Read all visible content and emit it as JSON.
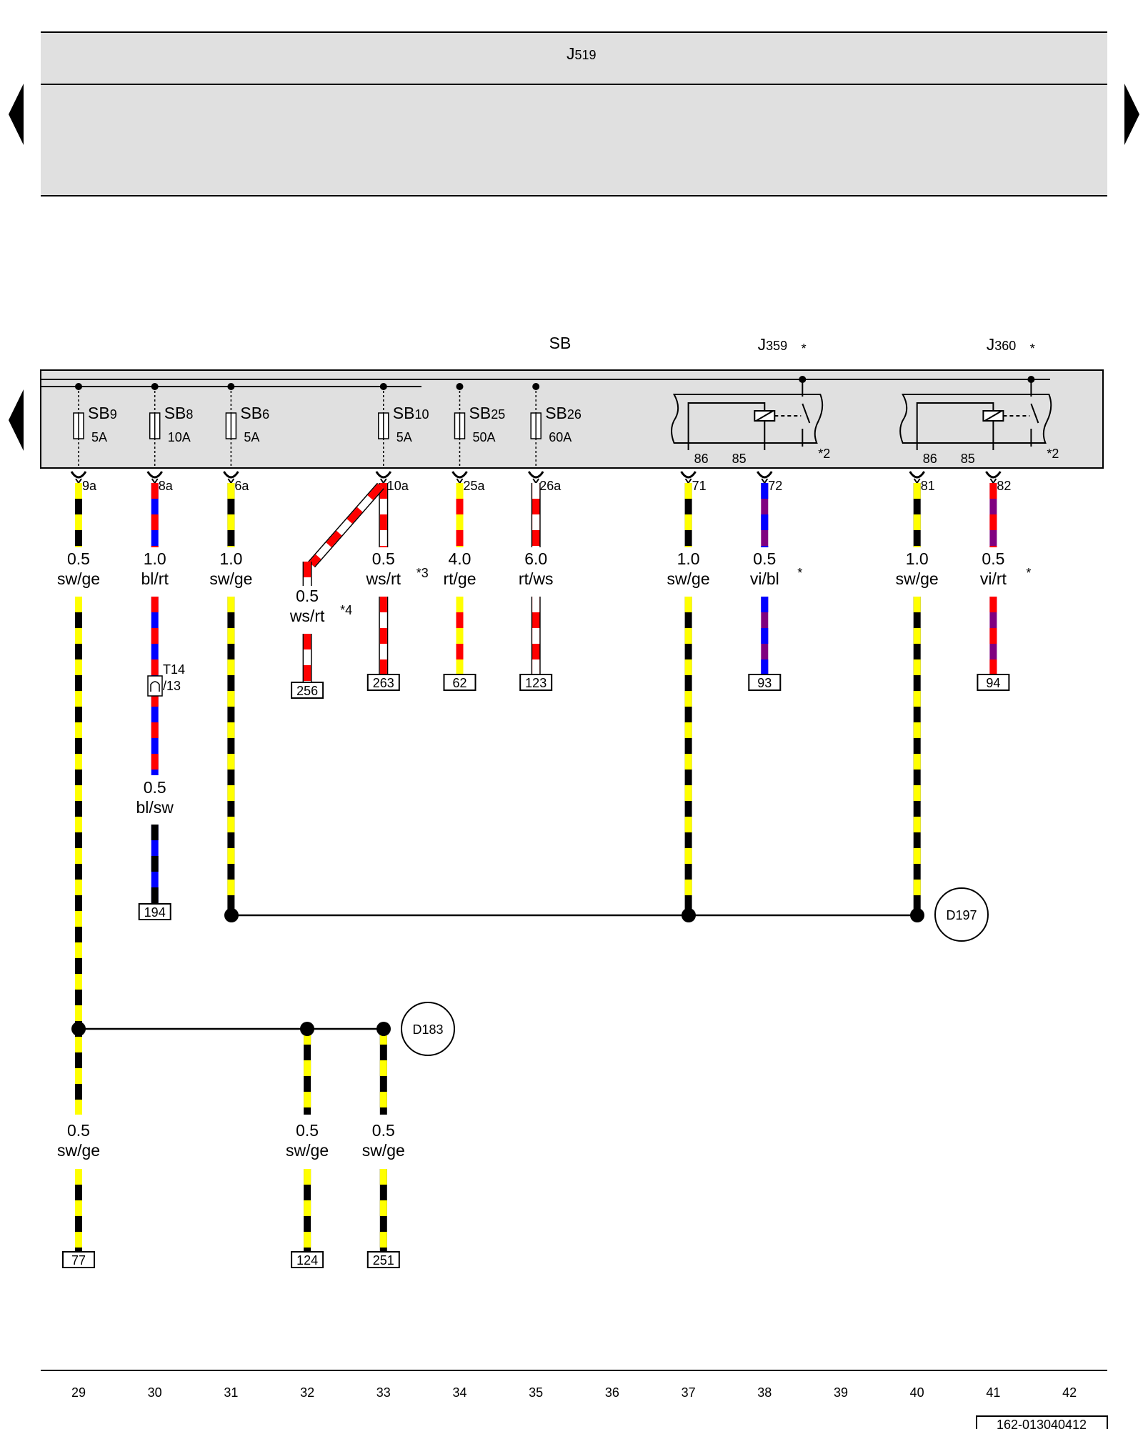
{
  "header": {
    "component": "J",
    "component_sub": "519"
  },
  "fuse_panel": {
    "title": "SB",
    "relays": [
      {
        "id": "j359",
        "name": "J",
        "sub": "359",
        "star": "*",
        "pins": [
          "86",
          "85"
        ],
        "note": "*2"
      },
      {
        "id": "j360",
        "name": "J",
        "sub": "360",
        "star": "*",
        "pins": [
          "86",
          "85"
        ],
        "note": "*2"
      }
    ]
  },
  "fuses": [
    {
      "col": 29,
      "name": "SB",
      "sub": "9",
      "amps": "5A"
    },
    {
      "col": 30,
      "name": "SB",
      "sub": "8",
      "amps": "10A"
    },
    {
      "col": 31,
      "name": "SB",
      "sub": "6",
      "amps": "5A"
    },
    {
      "col": 33,
      "name": "SB",
      "sub": "10",
      "amps": "5A"
    },
    {
      "col": 34,
      "name": "SB",
      "sub": "25",
      "amps": "50A"
    },
    {
      "col": 35,
      "name": "SB",
      "sub": "26",
      "amps": "60A"
    }
  ],
  "pins": [
    {
      "col": 29,
      "label": "9a"
    },
    {
      "col": 30,
      "label": "8a"
    },
    {
      "col": 31,
      "label": "6a"
    },
    {
      "col": 33,
      "label": "10a"
    },
    {
      "col": 34,
      "label": "25a"
    },
    {
      "col": 35,
      "label": "26a"
    },
    {
      "col": 37,
      "label": "71"
    },
    {
      "col": 38,
      "label": "72"
    },
    {
      "col": 40,
      "label": "81"
    },
    {
      "col": 41,
      "label": "82"
    }
  ],
  "wire_labels": [
    {
      "col": 29,
      "row": "upper",
      "size": "0.5",
      "color_code": "sw/ge",
      "note": ""
    },
    {
      "col": 30,
      "row": "upper",
      "size": "1.0",
      "color_code": "bl/rt",
      "note": ""
    },
    {
      "col": 31,
      "row": "upper",
      "size": "1.0",
      "color_code": "sw/ge",
      "note": ""
    },
    {
      "col": 33,
      "row": "upper",
      "size": "0.5",
      "color_code": "ws/rt",
      "note": "*3"
    },
    {
      "col": 34,
      "row": "upper",
      "size": "4.0",
      "color_code": "rt/ge",
      "note": ""
    },
    {
      "col": 35,
      "row": "upper",
      "size": "6.0",
      "color_code": "rt/ws",
      "note": ""
    },
    {
      "col": 37,
      "row": "upper",
      "size": "1.0",
      "color_code": "sw/ge",
      "note": ""
    },
    {
      "col": 38,
      "row": "upper",
      "size": "0.5",
      "color_code": "vi/bl",
      "note": "*"
    },
    {
      "col": 40,
      "row": "upper",
      "size": "1.0",
      "color_code": "sw/ge",
      "note": ""
    },
    {
      "col": 41,
      "row": "upper",
      "size": "0.5",
      "color_code": "vi/rt",
      "note": "*"
    },
    {
      "col": 32,
      "row": "branch",
      "size": "0.5",
      "color_code": "ws/rt",
      "note": "*4"
    },
    {
      "col": 30,
      "row": "middle",
      "size": "0.5",
      "color_code": "bl/sw",
      "note": ""
    },
    {
      "col": 29,
      "row": "lower",
      "size": "0.5",
      "color_code": "sw/ge",
      "note": ""
    },
    {
      "col": 32,
      "row": "lower",
      "size": "0.5",
      "color_code": "sw/ge",
      "note": ""
    },
    {
      "col": 33,
      "row": "lower",
      "size": "0.5",
      "color_code": "sw/ge",
      "note": ""
    }
  ],
  "connector": {
    "name": "T14",
    "pin": "/13"
  },
  "references": [
    {
      "col": 32,
      "row": "upper",
      "label": "256"
    },
    {
      "col": 33,
      "row": "upper",
      "label": "263"
    },
    {
      "col": 34,
      "row": "upper",
      "label": "62"
    },
    {
      "col": 35,
      "row": "upper",
      "label": "123"
    },
    {
      "col": 38,
      "row": "upper",
      "label": "93"
    },
    {
      "col": 41,
      "row": "upper",
      "label": "94"
    },
    {
      "col": 30,
      "row": "middle",
      "label": "194"
    },
    {
      "col": 29,
      "row": "lower",
      "label": "77"
    },
    {
      "col": 32,
      "row": "lower",
      "label": "124"
    },
    {
      "col": 33,
      "row": "lower",
      "label": "251"
    }
  ],
  "ground_points": [
    {
      "id": "d197",
      "label": "D197"
    },
    {
      "id": "d183",
      "label": "D183"
    }
  ],
  "column_numbers": [
    "29",
    "30",
    "31",
    "32",
    "33",
    "34",
    "35",
    "36",
    "37",
    "38",
    "39",
    "40",
    "41",
    "42"
  ],
  "doc_number": "162-013040412",
  "colors": {
    "sw": "#000000",
    "ge": "#ffff00",
    "bl": "#0000ff",
    "rt": "#ff0000",
    "ws": "#ffffff",
    "vi": "#800080",
    "panel": "#e0e0e0"
  }
}
